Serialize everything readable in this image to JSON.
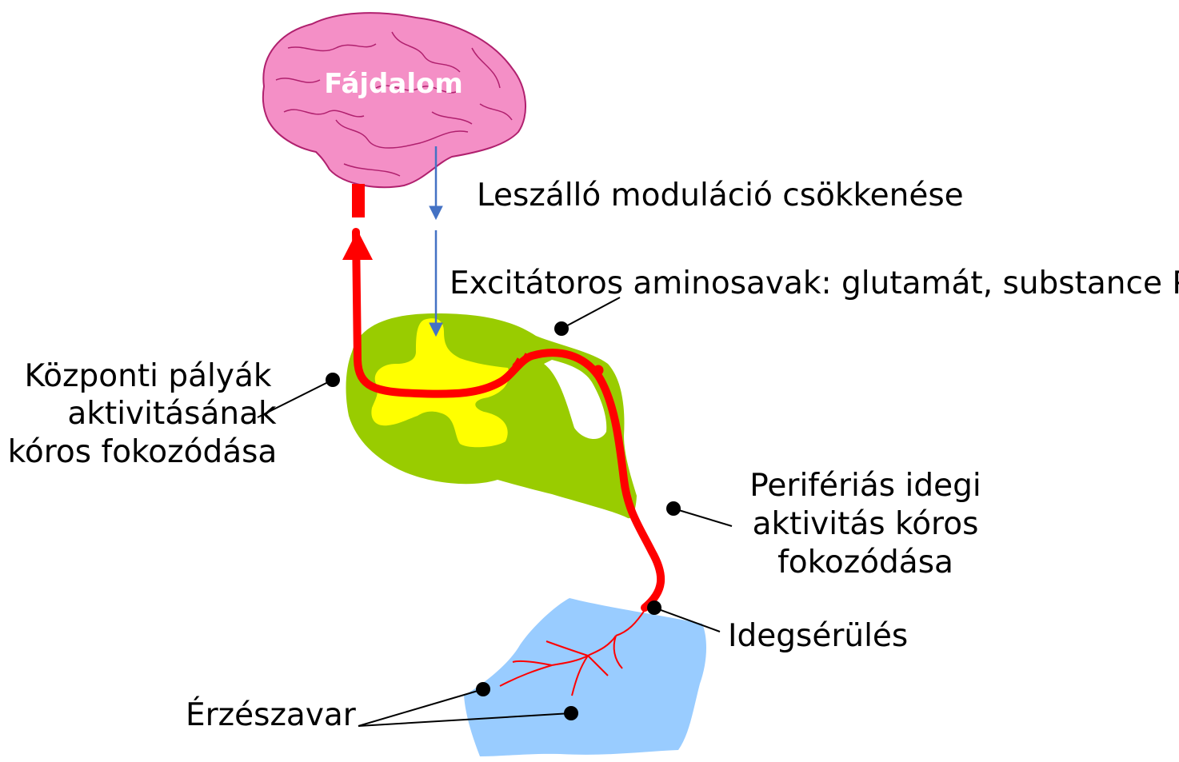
{
  "brain": {
    "label": "Fájdalom",
    "fill_color": "#f48fc6",
    "outline_color": "#b0206e"
  },
  "spinal_cord": {
    "white_matter_color": "#99cc00",
    "gray_matter_color": "#ffff00"
  },
  "skin_area": {
    "color": "#99ccff"
  },
  "pathway": {
    "color": "#ff0000"
  },
  "modulation_arrow": {
    "color": "#4472c4"
  },
  "labels": {
    "descending_modulation": "Leszálló moduláció csökkenése",
    "excitatory_amino_acids": "Excitátoros aminosavak: glutamát, substance P",
    "central_pathways_line1": "Központi pályák",
    "central_pathways_line2": "aktivitásának",
    "central_pathways_line3": "kóros fokozódása",
    "peripheral_line1": "Perifériás idegi",
    "peripheral_line2": "aktivitás kóros",
    "peripheral_line3": "fokozódása",
    "nerve_injury": "Idegsérülés",
    "sensory_disturbance": "Érzészavar"
  }
}
